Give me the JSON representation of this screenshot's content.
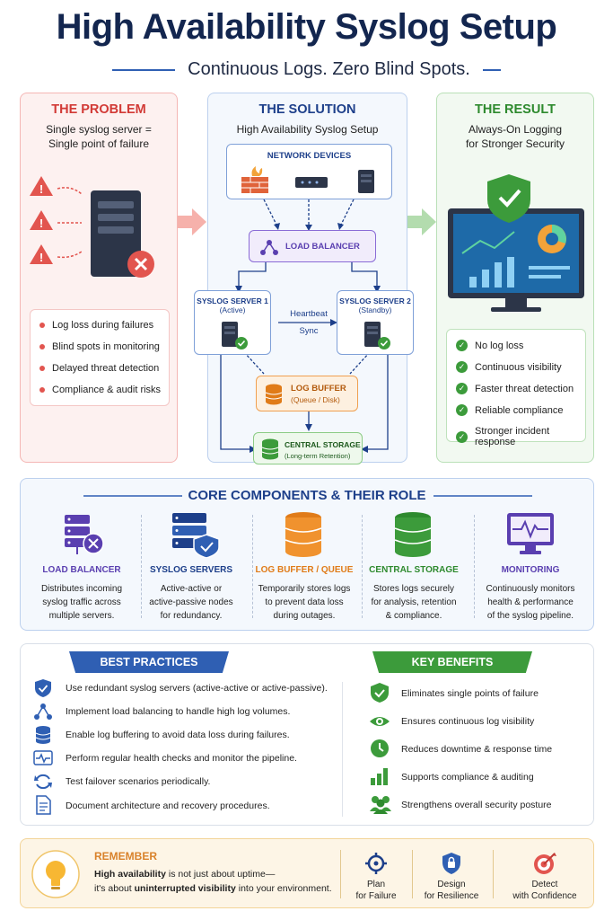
{
  "header": {
    "title": "High Availability Syslog Setup",
    "subtitle": "Continuous Logs. Zero Blind Spots."
  },
  "problem": {
    "title": "THE PROBLEM",
    "subtitle_line1": "Single syslog server =",
    "subtitle_line2": "Single point of failure",
    "bullets": [
      "Log loss during failures",
      "Blind spots in monitoring",
      "Delayed threat detection",
      "Compliance & audit risks"
    ]
  },
  "solution": {
    "title": "THE SOLUTION",
    "subtitle": "High Availability Syslog Setup",
    "network_devices": "NETWORK DEVICES",
    "load_balancer": "LOAD BALANCER",
    "server1_title": "SYSLOG SERVER 1",
    "server1_state": "(Active)",
    "server2_title": "SYSLOG SERVER 2",
    "server2_state": "(Standby)",
    "heartbeat": "Heartbeat",
    "sync": "Sync",
    "log_buffer_title": "LOG BUFFER",
    "log_buffer_sub": "(Queue / Disk)",
    "central_storage_title": "CENTRAL STORAGE",
    "central_storage_sub": "(Long-term Retention)"
  },
  "result": {
    "title": "THE RESULT",
    "subtitle_line1": "Always-On Logging",
    "subtitle_line2": "for Stronger Security",
    "bullets": [
      "No log loss",
      "Continuous visibility",
      "Faster threat detection",
      "Reliable compliance",
      "Stronger incident response"
    ]
  },
  "core": {
    "title": "CORE COMPONENTS & THEIR ROLE",
    "components": [
      {
        "title": "LOAD BALANCER",
        "desc1": "Distributes incoming",
        "desc2": "syslog traffic across",
        "desc3": "multiple servers.",
        "color": "#5a3fb0",
        "icon": "load-balancer-icon"
      },
      {
        "title": "SYSLOG SERVERS",
        "desc1": "Active-active or",
        "desc2": "active-passive nodes",
        "desc3": "for redundancy.",
        "color": "#1d3f8a",
        "icon": "syslog-servers-icon"
      },
      {
        "title": "LOG BUFFER / QUEUE",
        "desc1": "Temporarily stores logs",
        "desc2": "to prevent data loss",
        "desc3": "during outages.",
        "color": "#e07b18",
        "icon": "log-buffer-icon"
      },
      {
        "title": "CENTRAL STORAGE",
        "desc1": "Stores logs securely",
        "desc2": "for analysis, retention",
        "desc3": "& compliance.",
        "color": "#3c9b3b",
        "icon": "central-storage-icon"
      },
      {
        "title": "MONITORING",
        "desc1": "Continuously monitors",
        "desc2": "health & performance",
        "desc3": "of the syslog pipeline.",
        "color": "#5a3fb0",
        "icon": "monitoring-icon"
      }
    ]
  },
  "best_practices": {
    "title": "BEST PRACTICES",
    "items": [
      "Use redundant syslog servers (active-active or active-passive).",
      "Implement load balancing to handle high log volumes.",
      "Enable log buffering to avoid data loss during failures.",
      "Perform regular health checks and monitor the pipeline.",
      "Test failover scenarios periodically.",
      "Document architecture and recovery procedures."
    ]
  },
  "key_benefits": {
    "title": "KEY BENEFITS",
    "items": [
      "Eliminates single points of failure",
      "Ensures continuous log visibility",
      "Reduces downtime & response time",
      "Supports compliance & auditing",
      "Strengthens overall security posture"
    ]
  },
  "remember": {
    "title": "REMEMBER",
    "text_bold1": "High availability",
    "text_rest1": " is not just about uptime—",
    "text_pre2": "it's about ",
    "text_bold2": "uninterrupted visibility",
    "text_rest2": " into your environment.",
    "items": [
      {
        "line1": "Plan",
        "line2": "for Failure"
      },
      {
        "line1": "Design",
        "line2": "for Resilience"
      },
      {
        "line1": "Detect",
        "line2": "with Confidence"
      }
    ]
  },
  "colors": {
    "navy": "#13264f",
    "problem_red": "#d23a36",
    "solution_blue": "#1d3f8a",
    "result_green": "#2e8a2e",
    "purple": "#5a3fb0",
    "orange": "#e07b18"
  }
}
